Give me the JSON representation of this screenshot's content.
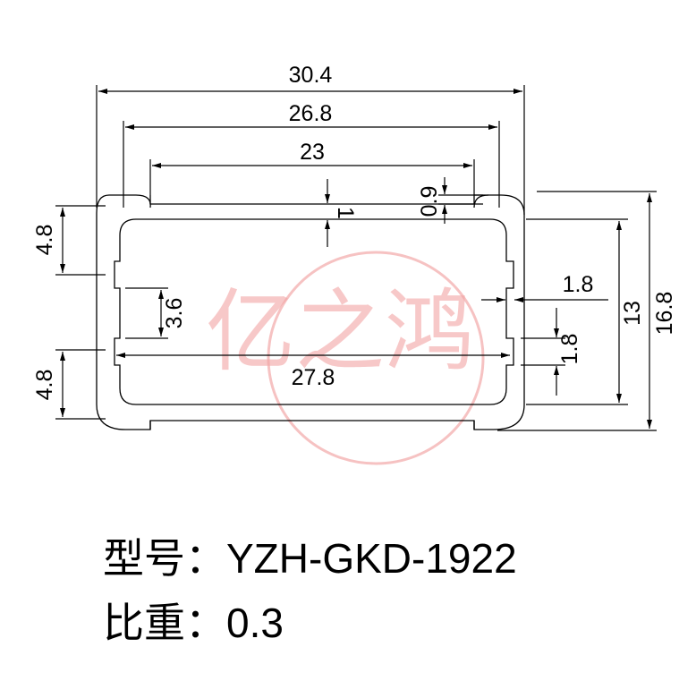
{
  "dimensions": {
    "overall_width": "30.4",
    "inner_top_width": "26.8",
    "slot_width": "23",
    "inner_width": "27.8",
    "wall_thickness": "1",
    "lip_height": "0.9",
    "left_upper_height": "4.8",
    "left_lower_height": "4.8",
    "left_slot_height": "3.6",
    "right_rib_depth": "1.8",
    "right_slot_height": "1.8",
    "inner_height": "13",
    "overall_height": "16.8"
  },
  "watermark": {
    "text": "亿之鸿",
    "color": "#f2a3a3"
  },
  "caption": {
    "model_label": "型号：",
    "model_value": "YZH-GKD-1922",
    "gravity_label": "比重：",
    "gravity_value": "0.3"
  }
}
